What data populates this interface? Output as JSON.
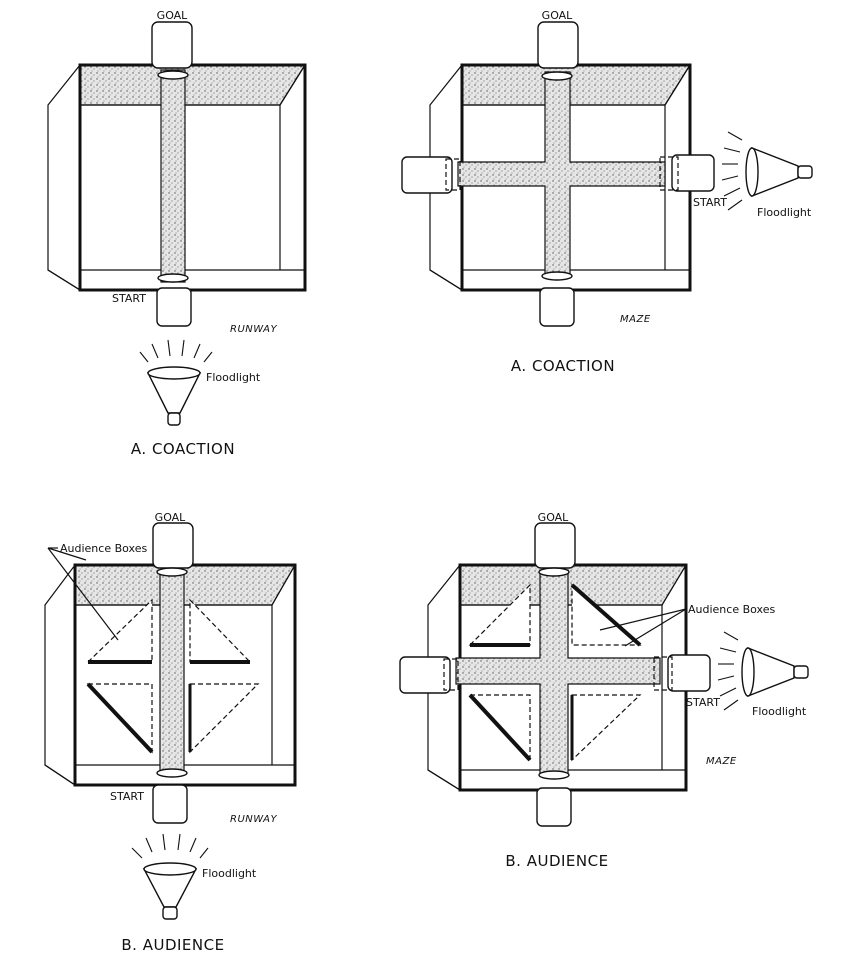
{
  "panels": [
    {
      "id": "a-runway",
      "goal_label": "GOAL",
      "start_label": "START",
      "apparatus_label": "RUNWAY",
      "floodlight_label": "Floodlight",
      "caption": "A. COACTION"
    },
    {
      "id": "a-maze",
      "goal_label": "GOAL",
      "start_label": "START",
      "apparatus_label": "MAZE",
      "floodlight_label": "Floodlight",
      "caption": "A. COACTION"
    },
    {
      "id": "b-runway",
      "goal_label": "GOAL",
      "start_label": "START",
      "apparatus_label": "RUNWAY",
      "floodlight_label": "Floodlight",
      "audience_label": "Audience Boxes",
      "caption": "B. AUDIENCE"
    },
    {
      "id": "b-maze",
      "goal_label": "GOAL",
      "start_label": "START",
      "apparatus_label": "MAZE",
      "floodlight_label": "Floodlight",
      "audience_label": "Audience Boxes",
      "caption": "B. AUDIENCE"
    }
  ]
}
